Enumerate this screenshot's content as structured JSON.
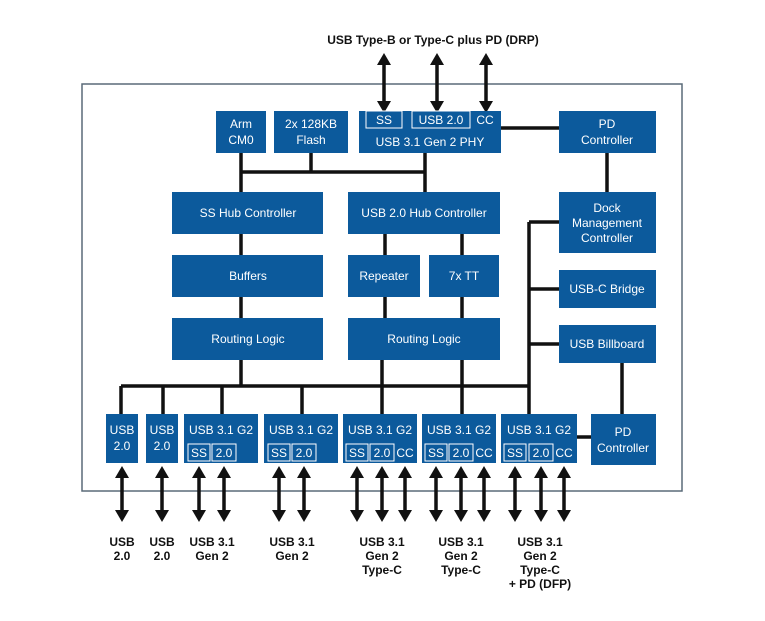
{
  "top_label": "USB Type-B or Type-C plus PD (DRP)",
  "blocks": {
    "arm": [
      "Arm",
      "CM0"
    ],
    "flash": [
      "2x 128KB",
      "Flash"
    ],
    "phy": {
      "ss": "SS",
      "usb20": "USB 2.0",
      "cc": "CC",
      "name": "USB 3.1 Gen 2 PHY"
    },
    "pd_top": [
      "PD",
      "Controller"
    ],
    "ss_hub": "SS Hub Controller",
    "usb2_hub": "USB 2.0 Hub Controller",
    "dock": [
      "Dock",
      "Management",
      "Controller"
    ],
    "buffers": "Buffers",
    "repeater": "Repeater",
    "tt": "7x TT",
    "usbc_bridge": "USB-C Bridge",
    "routing_left": "Routing Logic",
    "routing_right": "Routing Logic",
    "billboard": "USB Billboard",
    "pd_bottom": [
      "PD",
      "Controller"
    ]
  },
  "ports": [
    {
      "title": [
        "USB",
        "2.0"
      ]
    },
    {
      "title": [
        "USB",
        "2.0"
      ]
    },
    {
      "title": [
        "USB 3.1 G2"
      ],
      "subs": [
        "SS",
        "2.0"
      ]
    },
    {
      "title": [
        "USB 3.1 G2"
      ],
      "subs": [
        "SS",
        "2.0"
      ]
    },
    {
      "title": [
        "USB 3.1 G2"
      ],
      "subs": [
        "SS",
        "2.0",
        "CC"
      ]
    },
    {
      "title": [
        "USB 3.1 G2"
      ],
      "subs": [
        "SS",
        "2.0",
        "CC"
      ]
    },
    {
      "title": [
        "USB 3.1 G2"
      ],
      "subs": [
        "SS",
        "2.0",
        "CC"
      ]
    }
  ],
  "bottom_labels": [
    [
      "USB",
      "2.0"
    ],
    [
      "USB",
      "2.0"
    ],
    [
      "USB 3.1",
      "Gen 2"
    ],
    [
      "USB 3.1",
      "Gen 2"
    ],
    [
      "USB 3.1",
      "Gen 2",
      "Type-C"
    ],
    [
      "USB 3.1",
      "Gen 2",
      "Type-C"
    ],
    [
      "USB 3.1",
      "Gen 2",
      "Type-C",
      "+ PD (DFP)"
    ]
  ],
  "colors": {
    "block": "#0c5a9c",
    "line": "#111111",
    "frame": "#5a6a78"
  }
}
